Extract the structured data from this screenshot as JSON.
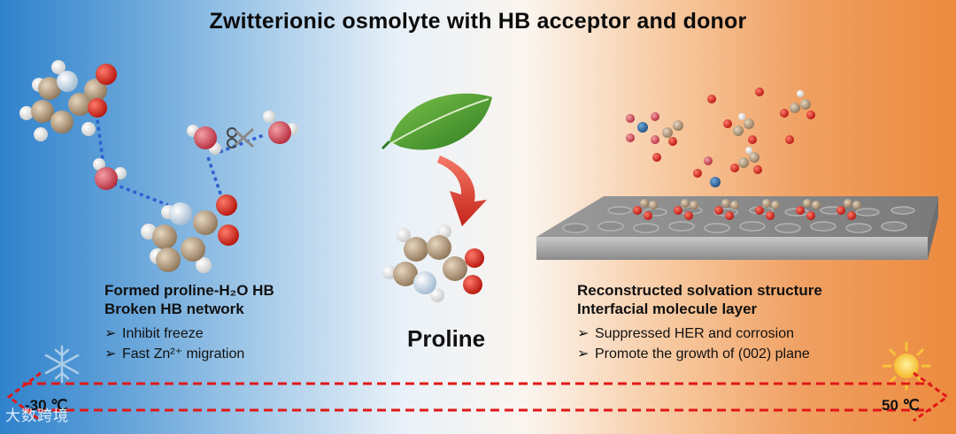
{
  "title": "Zwitterionic osmolyte with HB acceptor and donor",
  "left_panel": {
    "heading_1": "Formed proline-H₂O HB",
    "heading_2": "Broken HB network",
    "bullet_1": "Inhibit freeze",
    "bullet_2": "Fast Zn²⁺ migration"
  },
  "center_label": "Proline",
  "right_panel": {
    "heading_1": "Reconstructed  solvation structure",
    "heading_2": "Interfacial molecule layer",
    "bullet_1": "Suppressed HER and corrosion",
    "bullet_2": "Promote the growth of (002) plane"
  },
  "bullet_marker": "➢",
  "temperature": {
    "low": "-30 ℃",
    "high": "50 ℃"
  },
  "watermark": "大数跨境",
  "icons": [
    "snowflake-icon",
    "sun-icon",
    "leaf-icon",
    "scissors-icon",
    "curved-arrow-icon"
  ],
  "colors": {
    "cold": "#2f82cc",
    "hot": "#ec8a3e",
    "carbon": "#b59a78",
    "oxygen": "#e02a1c",
    "nitrogen": "#cfe0ef",
    "hydrogen": "#f4f4f4",
    "water_oxygen": "#d9485b",
    "zinc": "#2f6ea8",
    "hb_dash": "#2f5fd0",
    "arrow_dash": "#e01818",
    "leaf": "#3f9a2f"
  }
}
